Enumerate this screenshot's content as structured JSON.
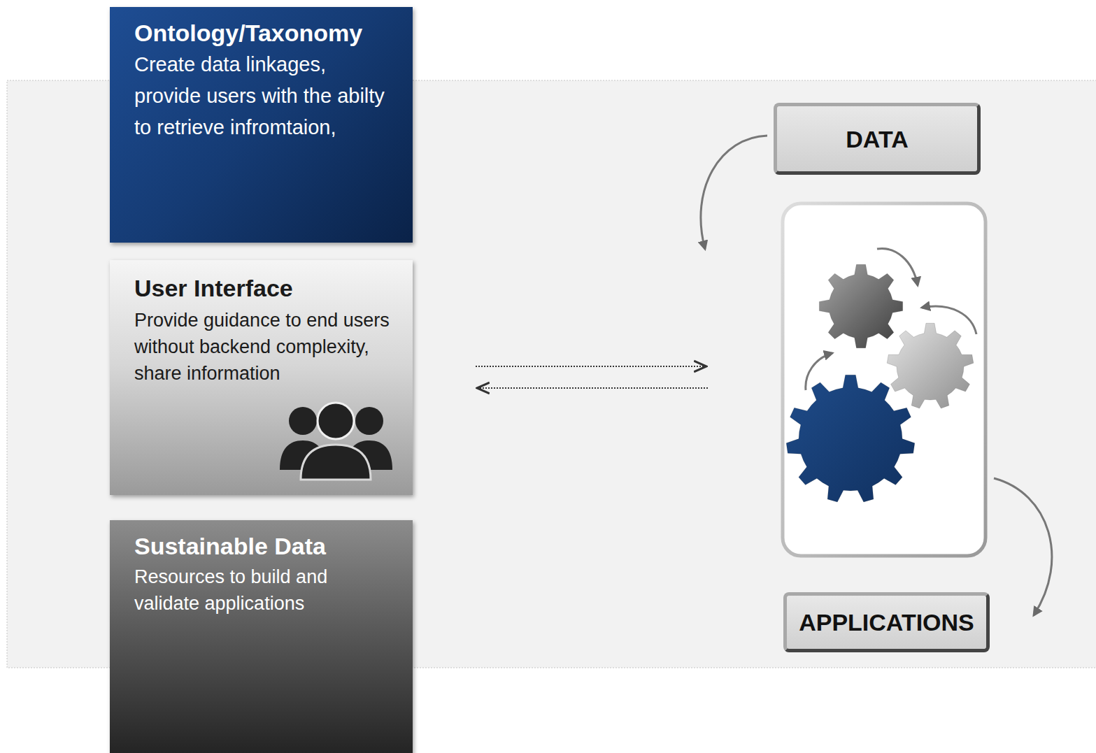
{
  "diagram": {
    "nodes": [
      {
        "text": [
          "Ontology/Taxonomy",
          "Create data linkages, provide users with the abilty to retrieve infromtaion,"
        ]
      },
      {
        "text": [
          "User Interface",
          "Provide guidance to end users without backend complexity, share information"
        ]
      },
      {
        "text": [
          "Sustainable Data",
          "Resources to build and validate applications"
        ]
      },
      {
        "text": [
          "DATA"
        ]
      },
      {
        "text": [
          "APPLICATIONS"
        ]
      }
    ]
  }
}
